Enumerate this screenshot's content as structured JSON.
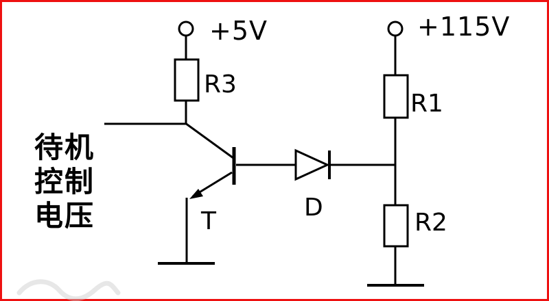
{
  "colors": {
    "border": "#ee1111",
    "wire": "#000000",
    "background": "#ffffff",
    "watermark": "#c9c9c9"
  },
  "circuit": {
    "kind": "circuit-schematic",
    "supplies": {
      "left": "+5V",
      "right": "+115V"
    },
    "components": {
      "r3": "R3",
      "r1": "R1",
      "r2": "R2",
      "transistor": "T",
      "diode": "D"
    },
    "input_label": {
      "line1": "待机",
      "line2": "控制",
      "line3": "电压"
    }
  }
}
